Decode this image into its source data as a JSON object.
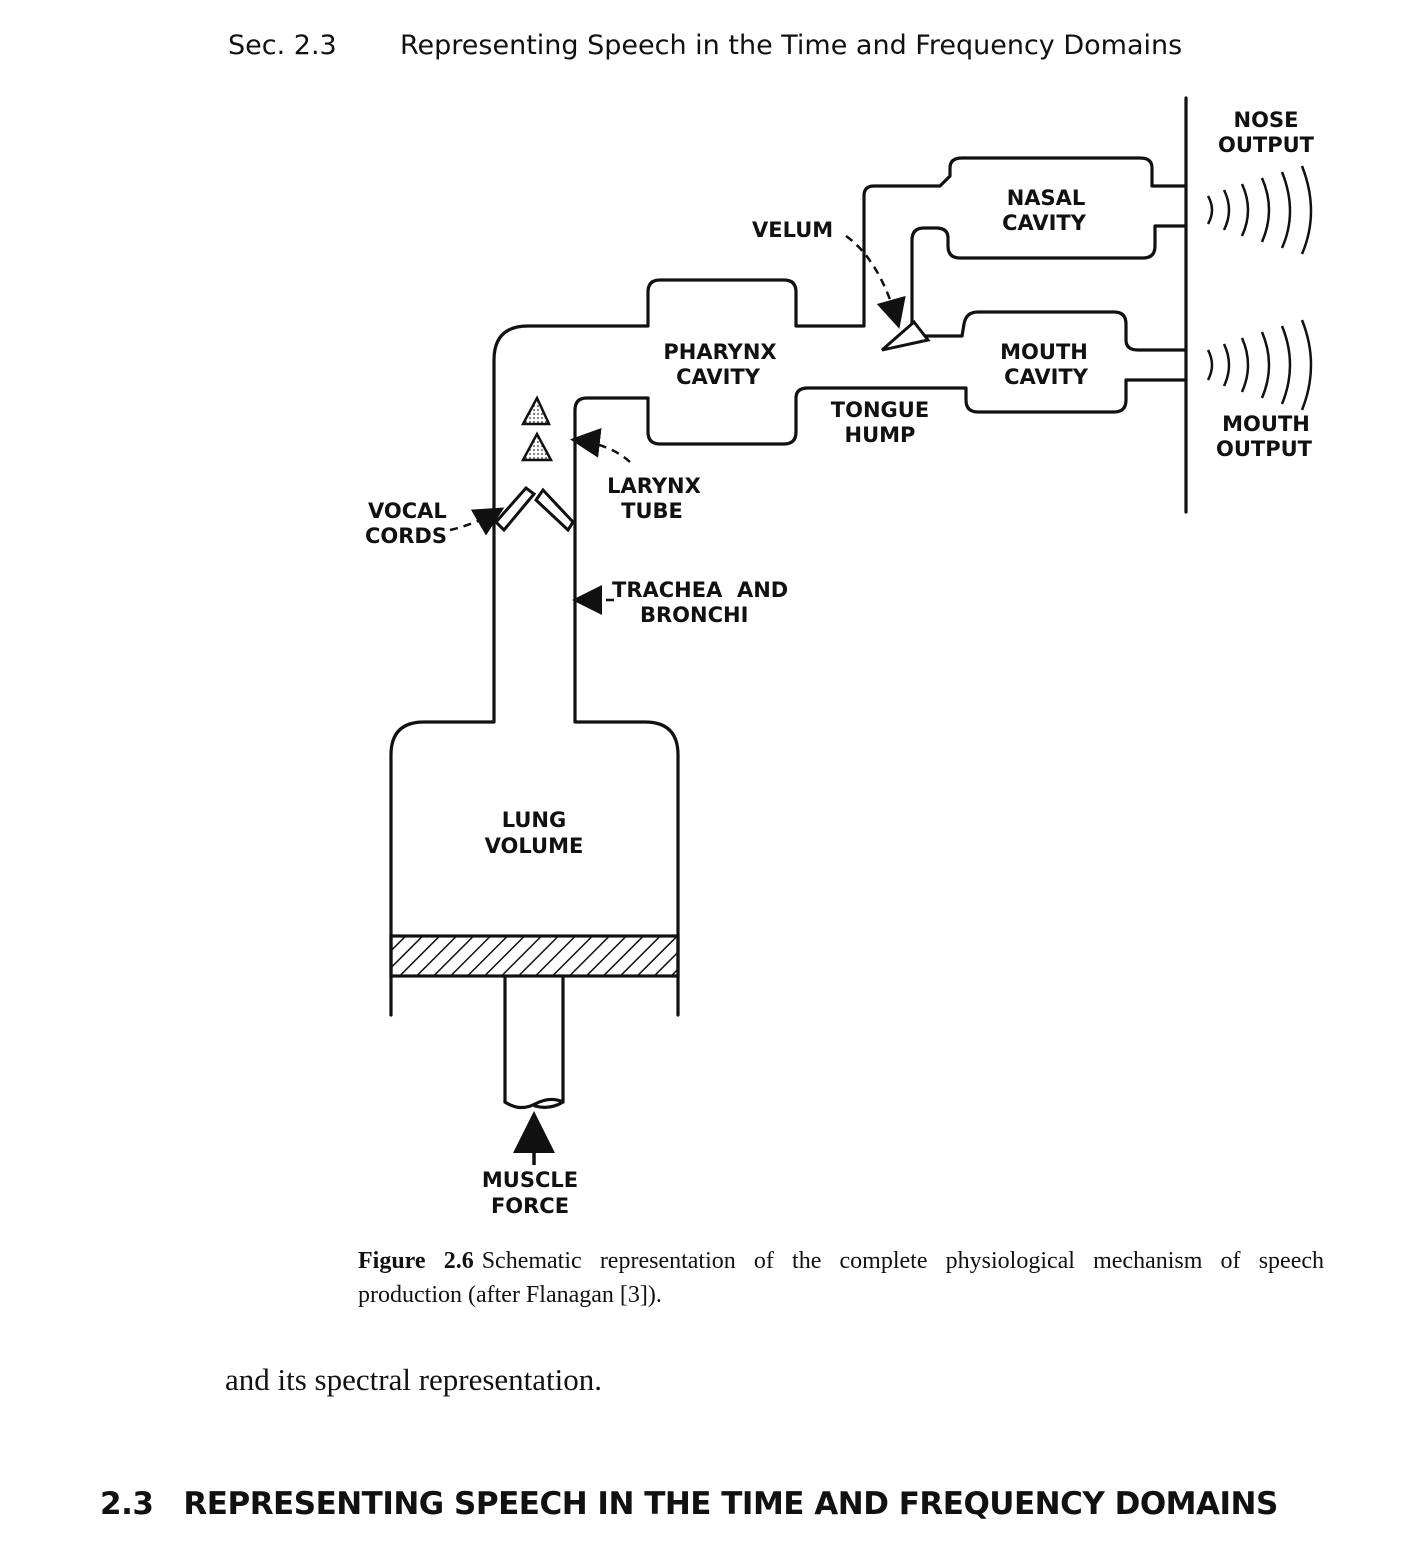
{
  "running_head": {
    "section": "Sec. 2.3",
    "title": "Representing Speech in the Time and Frequency Domains"
  },
  "figure": {
    "labels": {
      "nose_output": [
        "NOSE",
        "OUTPUT"
      ],
      "nasal_cavity": [
        "NASAL",
        "CAVITY"
      ],
      "velum": "VELUM",
      "pharynx_cavity": [
        "PHARYNX",
        "CAVITY"
      ],
      "mouth_cavity": [
        "MOUTH",
        "CAVITY"
      ],
      "tongue_hump": [
        "TONGUE",
        "HUMP"
      ],
      "mouth_output": [
        "MOUTH",
        "OUTPUT"
      ],
      "larynx_tube": [
        "LARYNX",
        "TUBE"
      ],
      "vocal_cords": [
        "VOCAL",
        "CORDS"
      ],
      "trachea_bronchi": [
        "TRACHEA  AND",
        "BRONCHI"
      ],
      "lung_volume": [
        "LUNG",
        "VOLUME"
      ],
      "muscle_force": [
        "MUSCLE",
        "FORCE"
      ]
    },
    "caption": {
      "number": "Figure 2.6",
      "text": "Schematic representation of the complete physiological mechanism of speech production (after Flanagan [3])."
    }
  },
  "body_text": "and its spectral representation.",
  "section_heading": {
    "number": "2.3",
    "title": "REPRESENTING SPEECH IN THE TIME AND FREQUENCY DOMAINS"
  }
}
